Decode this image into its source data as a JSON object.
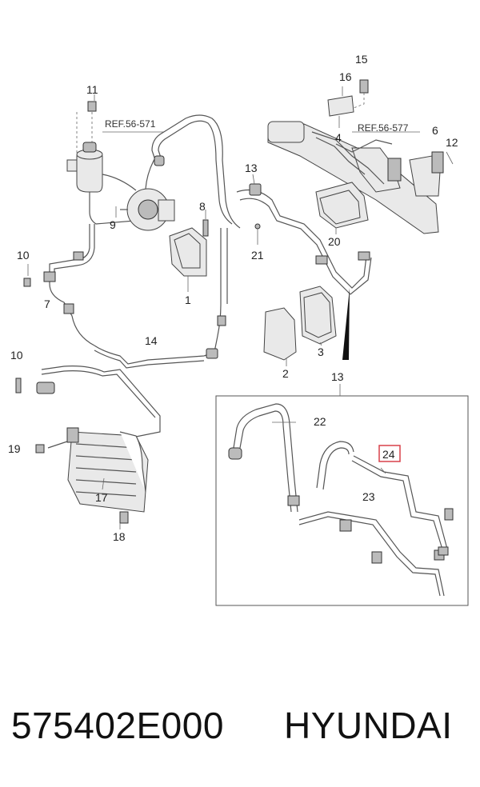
{
  "diagram": {
    "refs": [
      "REF.56-571",
      "REF.56-577"
    ],
    "callouts": {
      "c1": "1",
      "c2": "2",
      "c3": "3",
      "c4": "4",
      "c6": "6",
      "c7": "7",
      "c8": "8",
      "c9": "9",
      "c10a": "10",
      "c10b": "10",
      "c11": "11",
      "c12": "12",
      "c13a": "13",
      "c13b": "13",
      "c14": "14",
      "c15": "15",
      "c16": "16",
      "c17": "17",
      "c18": "18",
      "c19": "19",
      "c20": "20",
      "c21": "21",
      "c22": "22",
      "c23": "23",
      "c24": "24"
    },
    "highlight_color": "#d9404a"
  },
  "footer": {
    "part_number": "575402E000",
    "brand": "HYUNDAI"
  }
}
